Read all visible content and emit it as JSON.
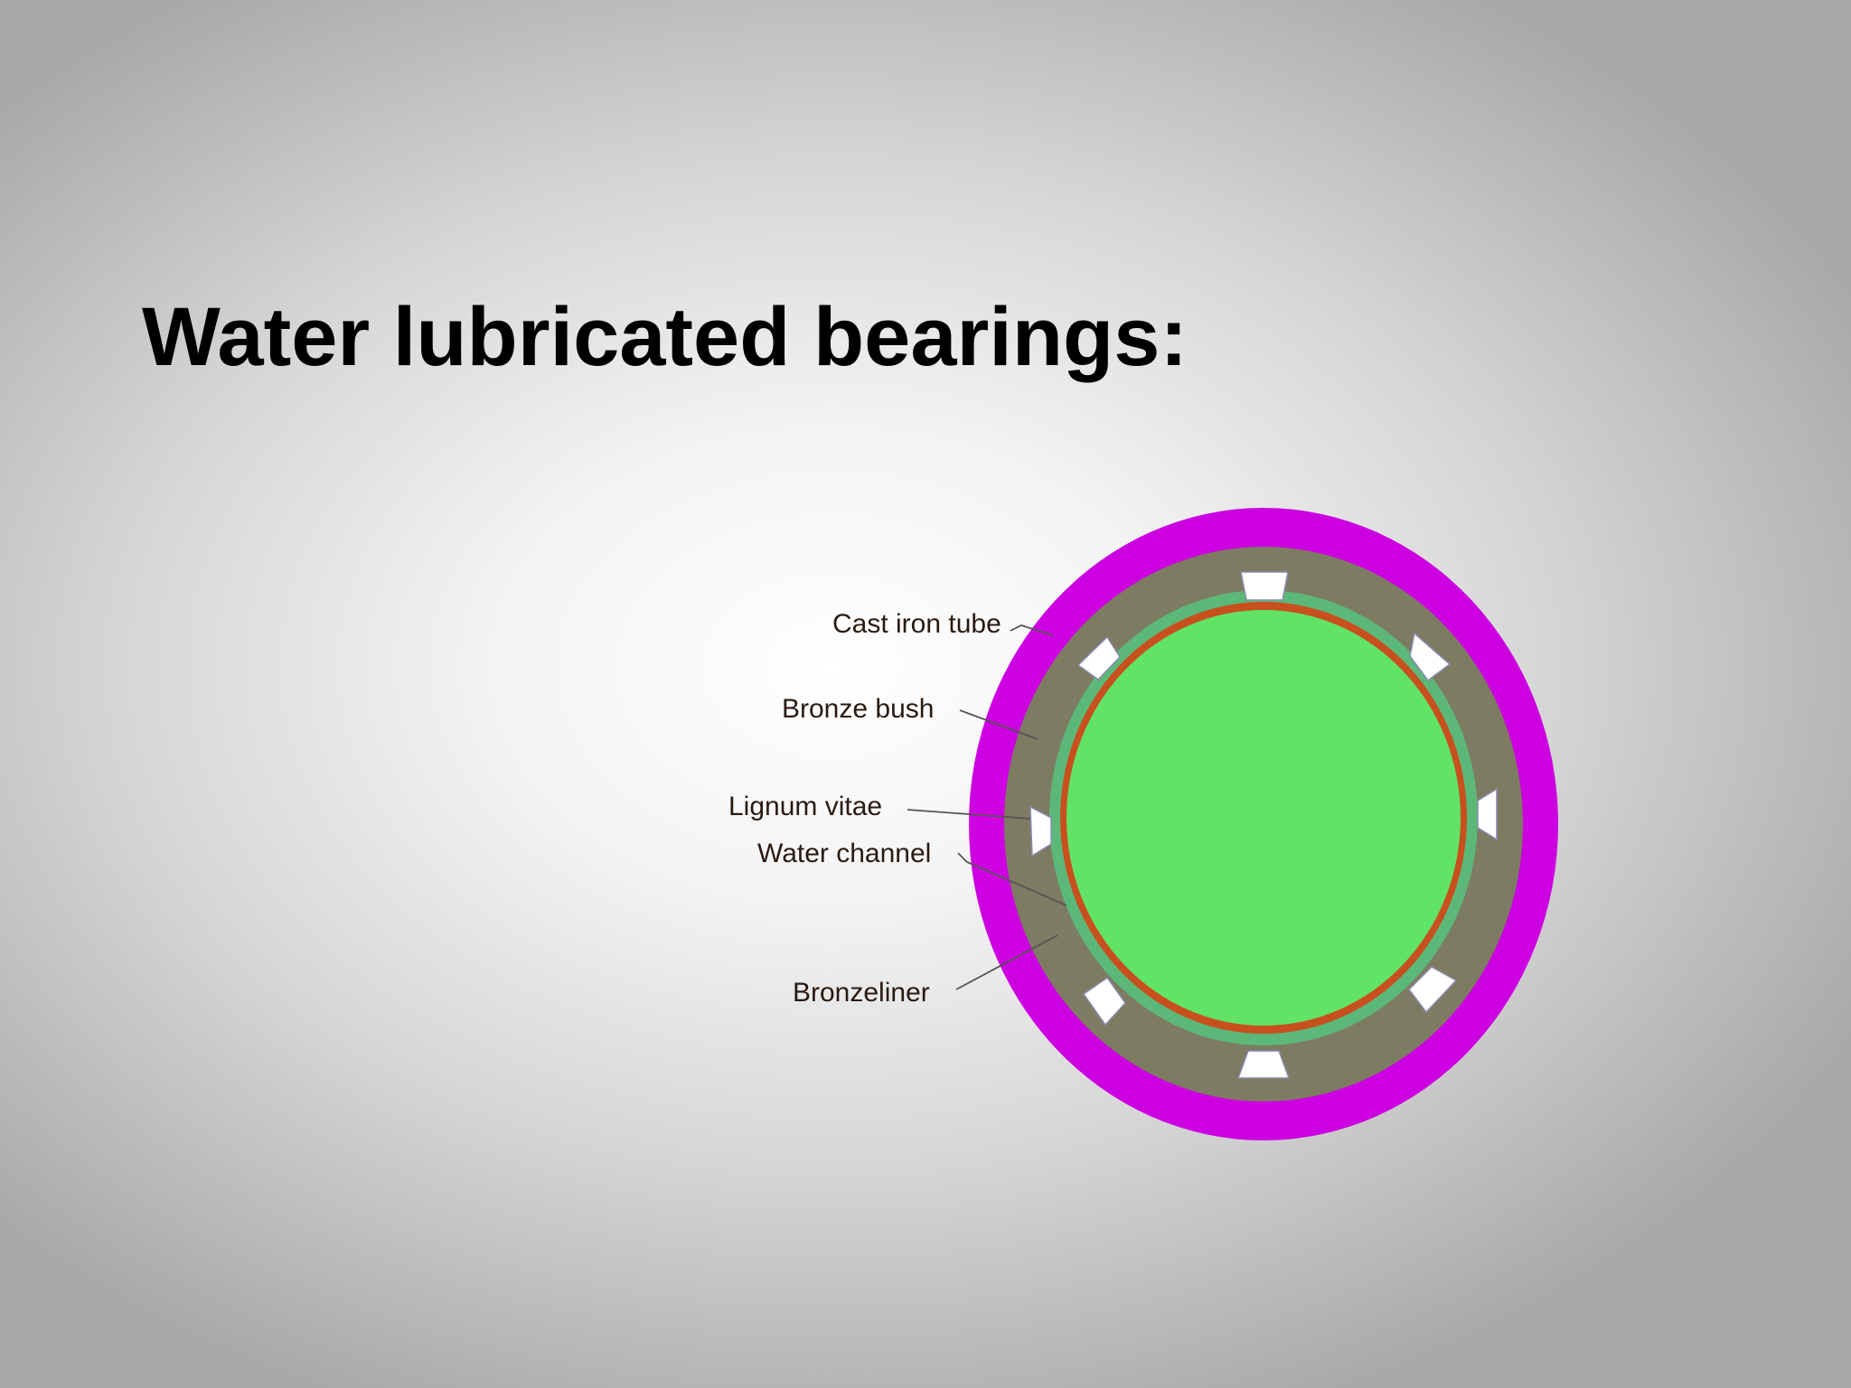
{
  "slide": {
    "title": "Water lubricated bearings:"
  },
  "diagram": {
    "labels": {
      "cast_iron_tube": "Cast iron tube",
      "bronze_bush": "Bronze bush",
      "lignum_vitae": "Lignum vitae",
      "water_channel": "Water channel",
      "bronze_liner": "Bronzeliner"
    },
    "colors": {
      "cast_iron_tube": "#cc00e0",
      "bronze_bush": "#7e7b63",
      "lignum_vitae": "#5cb878",
      "water_channel": "#ffffff",
      "bronze_liner": "#c8501e",
      "shaft": "#61e366"
    },
    "water_channel_count": 8
  }
}
